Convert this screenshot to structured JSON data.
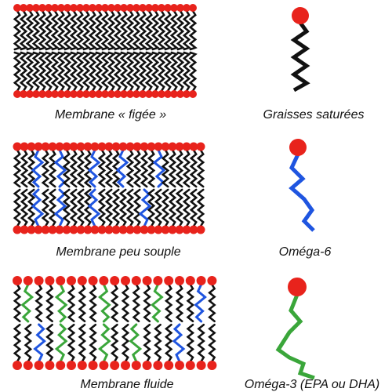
{
  "colors": {
    "head": "#e8231c",
    "saturated_tail": "#111111",
    "omega6_tail": "#1f55e0",
    "omega3_tail": "#3aa63a",
    "caption_text": "#111111"
  },
  "rows": [
    {
      "membrane_label": "Membrane « figée »",
      "molecule_label": "Graisses saturées",
      "molecule_type": "saturated",
      "top_leaflet": [
        "S",
        "S",
        "S",
        "S",
        "S",
        "S",
        "S",
        "S",
        "S",
        "S",
        "S",
        "S",
        "S",
        "S",
        "S",
        "S",
        "S",
        "S",
        "S",
        "S",
        "S",
        "S",
        "S",
        "S",
        "S",
        "S",
        "S",
        "S",
        "S"
      ],
      "bottom_leaflet": [
        "S",
        "S",
        "S",
        "S",
        "S",
        "S",
        "S",
        "S",
        "S",
        "S",
        "S",
        "S",
        "S",
        "S",
        "S",
        "S",
        "S",
        "S",
        "S",
        "S",
        "S",
        "S",
        "S",
        "S",
        "S",
        "S",
        "S",
        "S",
        "S"
      ]
    },
    {
      "membrane_label": "Membrane peu souple",
      "molecule_label": "Oméga-6",
      "molecule_type": "omega6",
      "top_leaflet": [
        "S",
        "S",
        "S",
        "6",
        "S",
        "S",
        "6",
        "S",
        "S",
        "S",
        "S",
        "6",
        "S",
        "S",
        "S",
        "6",
        "S",
        "S",
        "S",
        "S",
        "6",
        "S",
        "S",
        "S",
        "S",
        "S",
        "S"
      ],
      "bottom_leaflet": [
        "S",
        "S",
        "S",
        "6",
        "S",
        "S",
        "6",
        "S",
        "S",
        "S",
        "S",
        "6",
        "S",
        "S",
        "S",
        "S",
        "S",
        "S",
        "6",
        "S",
        "S",
        "S",
        "S",
        "S",
        "S",
        "S",
        "S"
      ]
    },
    {
      "membrane_label": "Membrane fluide",
      "molecule_label": "Oméga-3 (EPA ou DHA)",
      "molecule_type": "omega3",
      "top_leaflet": [
        "S",
        "3",
        "S",
        "S",
        "3",
        "S",
        "S",
        "S",
        "3",
        "S",
        "S",
        "S",
        "S",
        "3",
        "S",
        "S",
        "S",
        "6",
        "S"
      ],
      "bottom_leaflet": [
        "S",
        "S",
        "6",
        "S",
        "3",
        "S",
        "S",
        "S",
        "3",
        "S",
        "S",
        "3",
        "S",
        "S",
        "S",
        "6",
        "S",
        "S",
        "S"
      ]
    }
  ]
}
